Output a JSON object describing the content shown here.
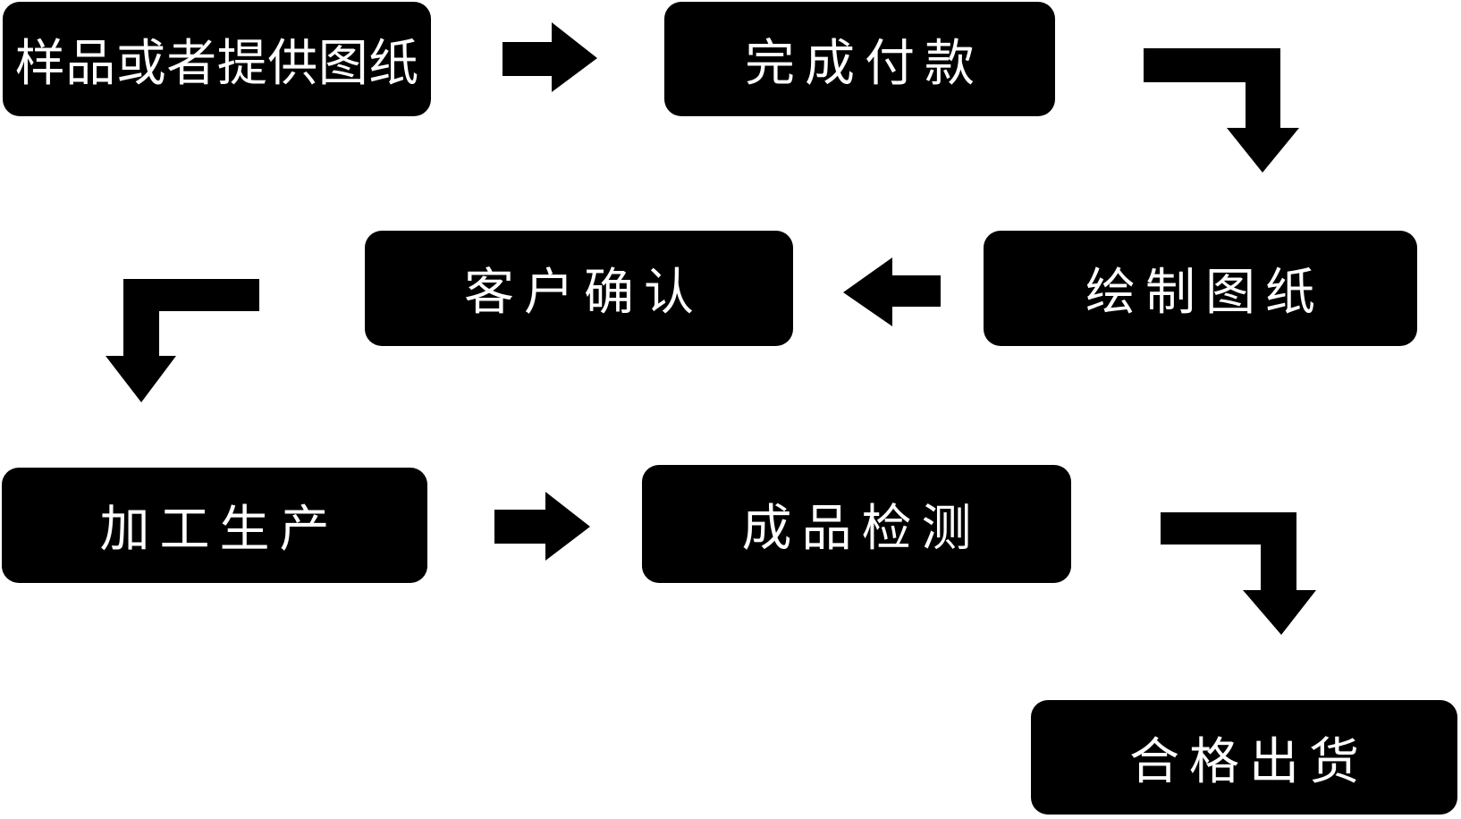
{
  "diagram": {
    "colors": {
      "node_background": "#000000",
      "node_text": "#ffffff",
      "page_background": "#ffffff",
      "arrow": "#000000"
    },
    "nodes": [
      {
        "label": "样品或者提供图纸"
      },
      {
        "label": "完成付款"
      },
      {
        "label": "客户确认"
      },
      {
        "label": "绘制图纸"
      },
      {
        "label": "加工生产"
      },
      {
        "label": "成品检测"
      },
      {
        "label": "合格出货"
      }
    ],
    "arrows": [
      {
        "from": "样品或者提供图纸",
        "to": "完成付款",
        "direction": "right"
      },
      {
        "from": "完成付款",
        "to": "绘制图纸",
        "direction": "elbow-down-right"
      },
      {
        "from": "绘制图纸",
        "to": "客户确认",
        "direction": "left"
      },
      {
        "from": "客户确认",
        "to": "加工生产",
        "direction": "elbow-down-left"
      },
      {
        "from": "加工生产",
        "to": "成品检测",
        "direction": "right"
      },
      {
        "from": "成品检测",
        "to": "合格出货",
        "direction": "elbow-down-right"
      }
    ]
  }
}
